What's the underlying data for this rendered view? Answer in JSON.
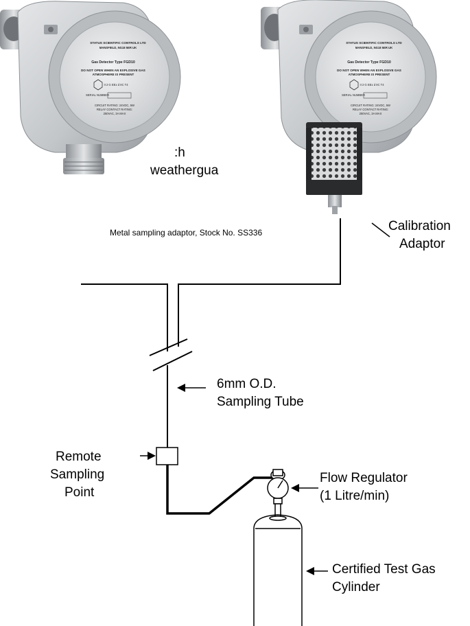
{
  "labels": {
    "caption_fragment_1": ":h",
    "caption_fragment_2": "weathergua",
    "metal_adaptor": "Metal sampling adaptor, Stock No. SS336",
    "calibration_adaptor_1": "Calibration",
    "calibration_adaptor_2": "Adaptor",
    "sampling_tube_1": "6mm O.D.",
    "sampling_tube_2": "Sampling Tube",
    "remote_point_1": "Remote",
    "remote_point_2": "Sampling",
    "remote_point_3": "Point",
    "flow_regulator_1": "Flow Regulator",
    "flow_regulator_2": "(1 Litre/min)",
    "cylinder_1": "Certified Test Gas",
    "cylinder_2": "Cylinder"
  },
  "detector_plate": {
    "company": "STATUS SCIENTIFIC CONTROLS LTD",
    "town": "MANSFIELD, NG18 5ER UK",
    "type": "Gas Detector Type FGD10",
    "warning_1": "DO NOT OPEN WHEN AN EXPLOSIVE GAS",
    "warning_2": "ATMOSPHERE IS PRESENT",
    "ex_code": "II 2 G EEx d IIC T4",
    "serial": "SERIAL NUMBER",
    "rating_1": "CIRCUIT RATING: 24VDC, 5W",
    "rating_2": "RELAY CONTACT RATING:",
    "rating_3": "250VAC, 3A MAX"
  },
  "colors": {
    "housing": "#c9cccf",
    "housing_dark": "#8e9296",
    "housing_light": "#e6e8ea",
    "line": "#000000"
  }
}
